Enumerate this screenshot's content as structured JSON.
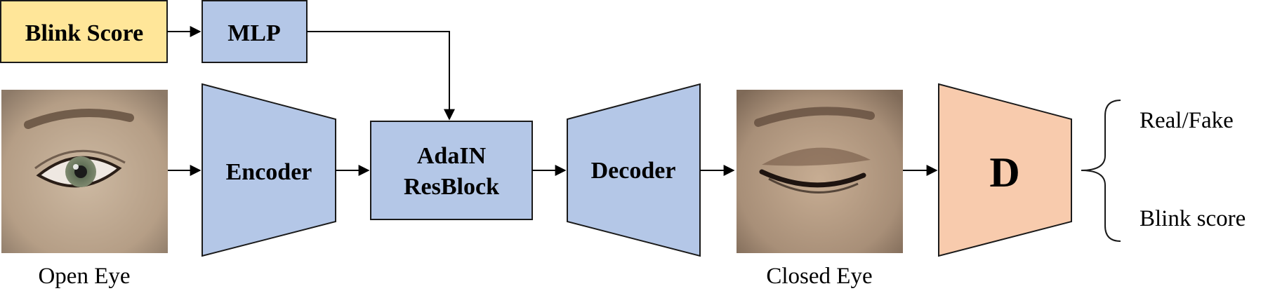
{
  "diagram": {
    "inputs": {
      "blink_score_label": "Blink Score",
      "mlp_label": "MLP"
    },
    "encoder_label": "Encoder",
    "adain": {
      "line1": "AdaIN",
      "line2": "ResBlock"
    },
    "decoder_label": "Decoder",
    "discriminator_label": "D",
    "captions": {
      "open_eye": "Open Eye",
      "closed_eye": "Closed Eye"
    },
    "outputs": {
      "real_fake": "Real/Fake",
      "blink_score": "Blink score"
    },
    "colors": {
      "blue_fill": "#b4c7e7",
      "yellow_fill": "#ffe699",
      "orange_fill": "#f8cbad",
      "stroke": "#1a1a1a",
      "skin_light": "#c9b6a0",
      "skin_dark": "#8e7a66"
    }
  }
}
